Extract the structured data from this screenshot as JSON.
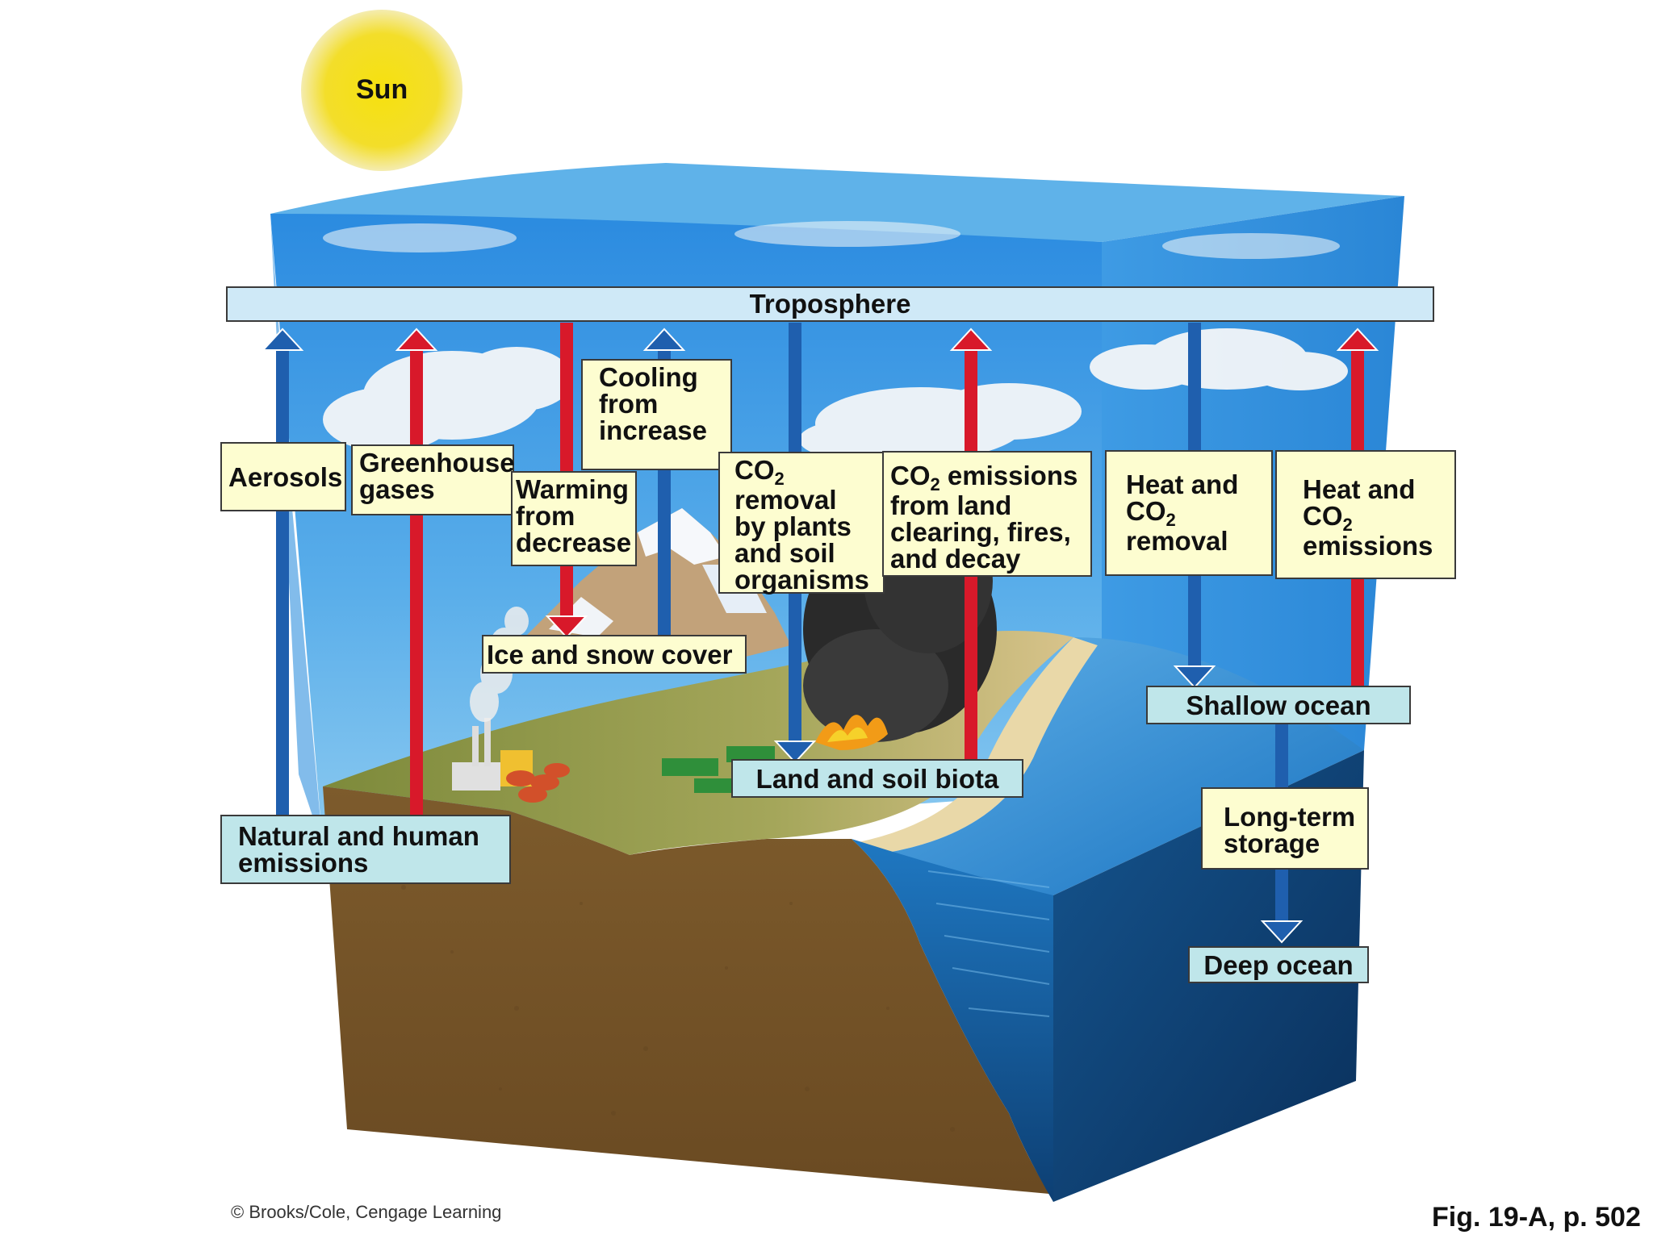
{
  "labels": {
    "sun": "Sun",
    "troposphere": "Troposphere",
    "aerosols": "Aerosols",
    "greenhouse": [
      "Greenhouse",
      "gases"
    ],
    "cooling": [
      "Cooling",
      "from",
      "increase"
    ],
    "warming": [
      "Warming",
      "from",
      "decrease"
    ],
    "co2_removal_plants": {
      "co": "CO",
      "sub": "2",
      "lines": [
        "removal",
        "by plants",
        "and soil",
        "organisms"
      ]
    },
    "co2_emissions_land": {
      "co": "CO",
      "sub": "2",
      "rest": " emissions",
      "lines": [
        "from land",
        "clearing, fires,",
        "and decay"
      ]
    },
    "heat_co2_removal": {
      "first": "Heat and",
      "co": "CO",
      "sub": "2",
      "last": "removal"
    },
    "heat_co2_emissions": {
      "first": "Heat and",
      "co": "CO",
      "sub": "2",
      "last": "emissions"
    },
    "ice_snow": "Ice and snow cover",
    "shallow_ocean": "Shallow ocean",
    "land_soil_biota": "Land and soil biota",
    "natural_human": [
      "Natural and human",
      "emissions"
    ],
    "long_term": [
      "Long-term",
      "storage"
    ],
    "deep_ocean": "Deep ocean"
  },
  "credit": "© Brooks/Cole, Cengage Learning",
  "figure_ref": "Fig. 19-A, p. 502",
  "colors": {
    "red_arrow": "#d8192a",
    "blue_arrow": "#1f5fae",
    "sky": "#4aa3e2",
    "ocean": "#1d6fb0",
    "soil": "#7a5a2e",
    "label_fill": "#fdfdd0",
    "label_cyan": "#bfe6ea",
    "sun": "#f6e11a"
  }
}
